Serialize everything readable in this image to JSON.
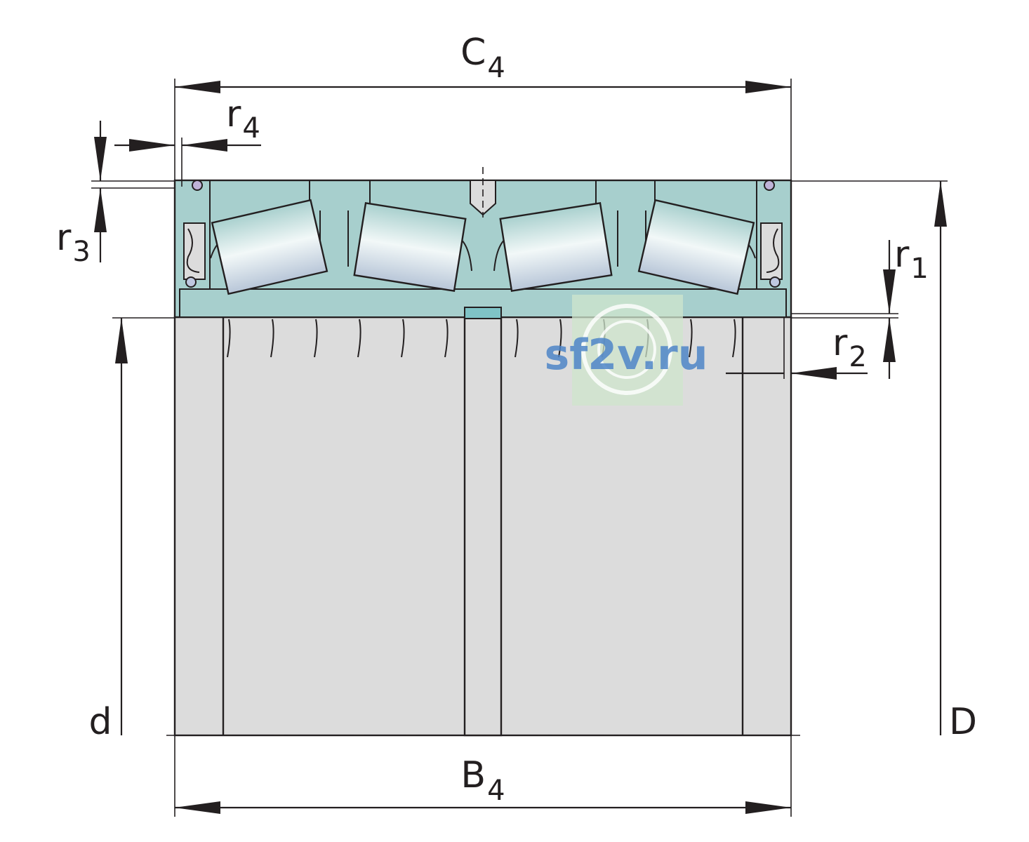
{
  "labels": {
    "C4": {
      "main": "C",
      "sub": "4"
    },
    "r4": {
      "main": "r",
      "sub": "4"
    },
    "r3": {
      "main": "r",
      "sub": "3"
    },
    "r1": {
      "main": "r",
      "sub": "1"
    },
    "r2": {
      "main": "r",
      "sub": "2"
    },
    "d": {
      "main": "d"
    },
    "D": {
      "main": "D"
    },
    "B4": {
      "main": "B",
      "sub": "4"
    }
  },
  "watermark": {
    "text": "sf2v.ru"
  },
  "colors": {
    "outer_ring": "#a7cfcd",
    "inner_ring": "#dcdcdc",
    "roller_light": "#eef5f5",
    "roller_dark": "#a9d0ce",
    "line": "#231f20",
    "watermark_bg": "#cfe6cc",
    "watermark_text": "#4f86c8"
  }
}
